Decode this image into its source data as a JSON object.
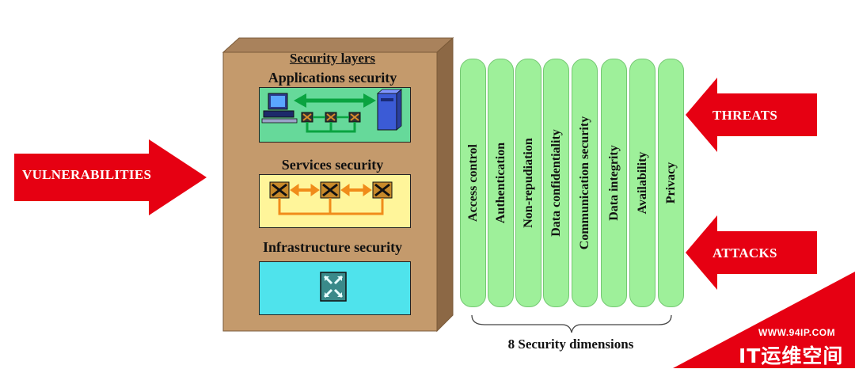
{
  "left_arrow": {
    "label": "VULNERABILITIES",
    "color": "#e60012"
  },
  "right_arrows": [
    {
      "label": "THREATS",
      "color": "#e60012"
    },
    {
      "label": "ATTACKS",
      "color": "#e60012"
    }
  ],
  "layers": {
    "title": "Security layers",
    "items": [
      {
        "label": "Applications security",
        "fill": "#66d99a"
      },
      {
        "label": "Services security",
        "fill": "#fff59a"
      },
      {
        "label": "Infrastructure security",
        "fill": "#4fe3ec"
      }
    ]
  },
  "dimensions": {
    "items": [
      "Access control",
      "Authentication",
      "Non-repudiation",
      "Data confidentiality",
      "Communication security",
      "Data integrity",
      "Availability",
      "Privacy"
    ],
    "caption": "8 Security dimensions",
    "fill": "#9ef09a"
  },
  "watermark": {
    "url": "WWW.94IP.COM",
    "text": "IT运维空间",
    "color": "#e60012"
  }
}
